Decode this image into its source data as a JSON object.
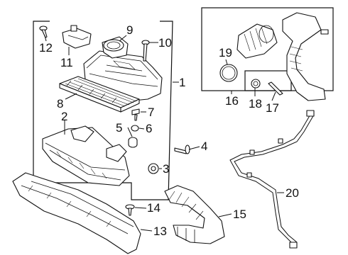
{
  "diagram": {
    "callouts": [
      {
        "id": "1",
        "label": "1"
      },
      {
        "id": "2",
        "label": "2"
      },
      {
        "id": "3",
        "label": "3"
      },
      {
        "id": "4",
        "label": "4"
      },
      {
        "id": "5",
        "label": "5"
      },
      {
        "id": "6",
        "label": "6"
      },
      {
        "id": "7",
        "label": "7"
      },
      {
        "id": "8",
        "label": "8"
      },
      {
        "id": "9",
        "label": "9"
      },
      {
        "id": "10",
        "label": "10"
      },
      {
        "id": "11",
        "label": "11"
      },
      {
        "id": "12",
        "label": "12"
      },
      {
        "id": "13",
        "label": "13"
      },
      {
        "id": "14",
        "label": "14"
      },
      {
        "id": "15",
        "label": "15"
      },
      {
        "id": "16",
        "label": "16"
      },
      {
        "id": "17",
        "label": "17"
      },
      {
        "id": "18",
        "label": "18"
      },
      {
        "id": "19",
        "label": "19"
      },
      {
        "id": "20",
        "label": "20"
      }
    ]
  }
}
